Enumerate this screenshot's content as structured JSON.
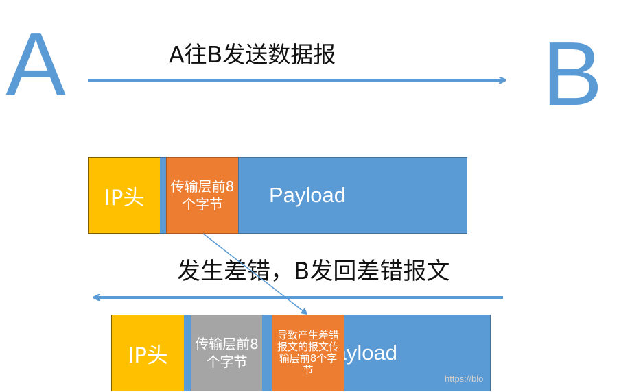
{
  "endpoints": {
    "left": "A",
    "right": "B"
  },
  "forward_caption": "A往B发送数据报",
  "return_caption": "发生差错，B发回差错报文",
  "datagram_top": {
    "ip_header": "IP头",
    "transport_first8": "传输层前8个字节",
    "payload": "Payload"
  },
  "datagram_bottom": {
    "ip_header": "IP头",
    "transport_first8": "传输层前8个字节",
    "error_causing": "导致产生差错报文的报文传输层前8个字节",
    "payload": "Payload"
  },
  "watermark": "https://blo",
  "colors": {
    "arrow": "#5b9bd5",
    "ip_header": "#ffc000",
    "transport": "#ed7d31",
    "payload": "#5b9bd5",
    "new_transport": "#a5a5a5"
  }
}
